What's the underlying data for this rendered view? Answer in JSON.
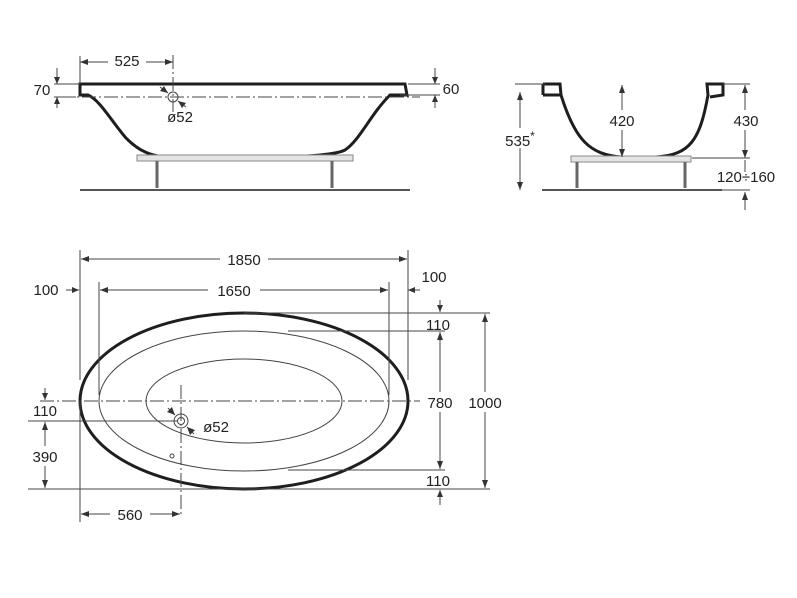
{
  "dimensions": {
    "side_top_length": "525",
    "side_rim_left": "70",
    "side_rim_right": "60",
    "side_drain_diameter": "ø52",
    "end_total_height": "535",
    "end_total_height_mark": "*",
    "end_inner_depth": "420",
    "end_tub_height": "430",
    "end_leg_range": "120÷160",
    "plan_overall_length": "1850",
    "plan_inner_length": "1650",
    "plan_left_margin": "100",
    "plan_right_margin": "100",
    "plan_top_rim": "110",
    "plan_inner_width": "780",
    "plan_overall_width": "1000",
    "plan_bottom_rim": "110",
    "plan_drain_offset": "110",
    "plan_drain_from_edge": "390",
    "plan_drain_from_end": "560",
    "plan_drain_diameter": "ø52"
  }
}
